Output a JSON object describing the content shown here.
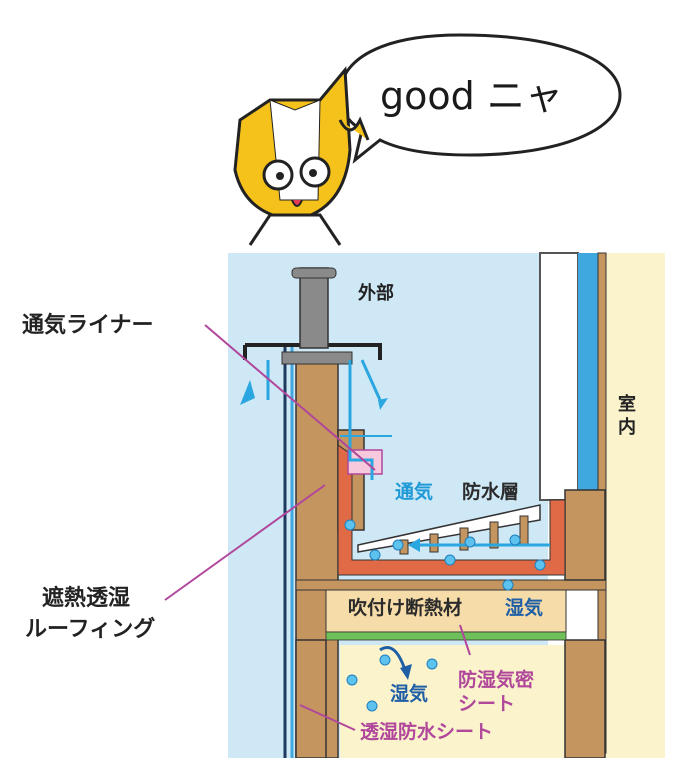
{
  "speech": "good ニャ",
  "labels": {
    "exterior": "外部",
    "interior_line1": "室",
    "interior_line2": "内",
    "vent_liner": "通気ライナー",
    "roofing_line1": "遮熱透湿",
    "roofing_line2": "ルーフィング",
    "ventilation": "通気",
    "waterproof_layer": "防水層",
    "spray_insulation": "吹付け断熱材",
    "moisture_upper": "湿気",
    "moisture_lower": "湿気",
    "vapor_barrier_line1": "防湿気密",
    "vapor_barrier_line2": "シート",
    "breathable_sheet": "透湿防水シート"
  },
  "colors": {
    "sky": "#cfe8f6",
    "interior": "#fbf3cc",
    "wood": "#c4955e",
    "insulation": "#f6dca8",
    "waterproof": "#e06a45",
    "vapor_sheet": "#6fbf5a",
    "air": "#2aa7e0",
    "leader": "#b0479b",
    "cat_yellow": "#f5c21b"
  }
}
